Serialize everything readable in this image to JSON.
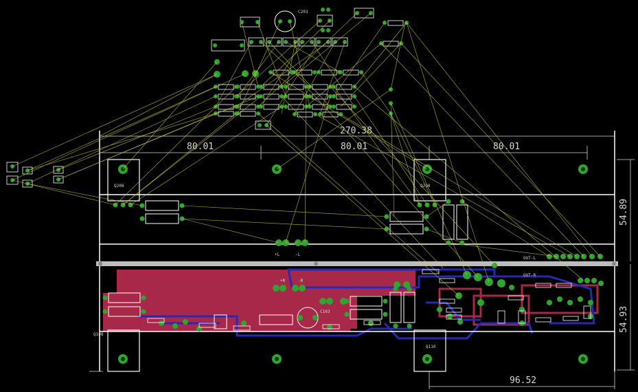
{
  "app": "PCB layout editor",
  "colors": {
    "background": "#000000",
    "outline": "#ffffff",
    "airwire": "#c8c832",
    "pad": "#2fa52f",
    "pad_hole": "#0c3a0c",
    "top_copper": "#a8284a",
    "bottom_copper": "#2828b4",
    "text": "#d8d8d8",
    "divider": "#bdbdbd"
  },
  "dimensions": {
    "total_width": "270.38",
    "segment_1": "80.01",
    "segment_2": "80.01",
    "segment_3": "80.01",
    "upper_height": "54.89",
    "lower_height": "54.93",
    "bottom_width": "96.52"
  },
  "component_labels": {
    "c203": "C203",
    "c103": "C103",
    "q208": "Q208",
    "q210": "Q210",
    "q108": "Q108",
    "q110": "Q110",
    "out_l": "OUT-L",
    "out_r": "OUT-R",
    "plus_l": "+L",
    "minus_l": "-L",
    "plus_r": "+R",
    "minus_r": "-R"
  }
}
